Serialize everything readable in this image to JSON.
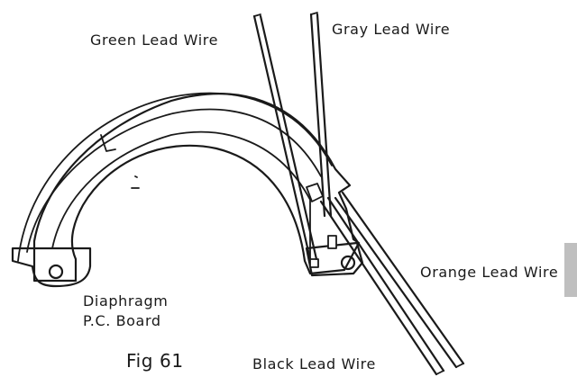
{
  "labels": {
    "green_wire": "Green Lead Wire",
    "gray_wire": "Gray Lead Wire",
    "orange_wire": "Orange Lead Wire",
    "black_wire": "Black Lead Wire",
    "board_line1": "Diaphragm",
    "board_line2": "P.C. Board",
    "figure_caption": "Fig 61"
  },
  "colors": {
    "ink": "#1a1a1a",
    "paper": "#ffffff",
    "edge_shadow": "#8a8a8a"
  }
}
